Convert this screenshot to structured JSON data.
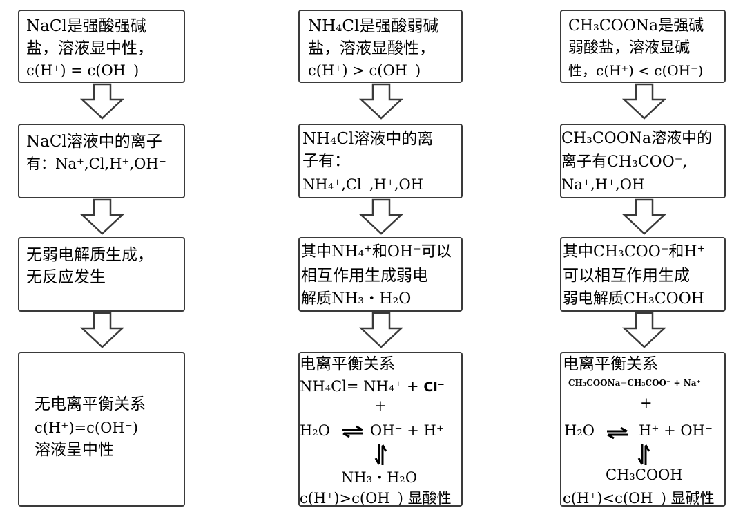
{
  "columns": [
    {
      "box1": {
        "line1": "NaCl是强酸强碱",
        "line2": "盐，溶液显中性，",
        "line3": "c(H⁺) = c(OH⁻)"
      },
      "box2": {
        "line1": "NaCl溶液中的离子",
        "line2": "有：Na⁺,Cl,H⁺,OH⁻"
      },
      "box3": {
        "line1": "无弱电解质生成，",
        "line2": "无反应发生"
      },
      "box4": {
        "line1": "无电离平衡关系",
        "line2": "c(H⁺)=c(OH⁻)",
        "line3": "溶液呈中性"
      }
    },
    {
      "box1": {
        "line1": "NH₄Cl是强酸弱碱",
        "line2": "盐，溶液显酸性，",
        "line3": "c(H⁺) > c(OH⁻)"
      },
      "box2": {
        "line1": "NH₄Cl溶液中的离",
        "line2": "子有：",
        "line3": "NH₄⁺,Cl⁻,H⁺,OH⁻"
      },
      "box3": {
        "line1": "其中NH₄⁺和OH⁻可以",
        "line2": "相互作用生成弱电",
        "line3": "解质NH₃・H₂O"
      },
      "box4": {
        "title": "电离平衡关系",
        "eq1_left": "NH₄Cl= NH₄⁺ + ",
        "eq1_right": "Cl⁻",
        "plus": "+",
        "eq2_left": "H₂O",
        "eq2_right": "OH⁻ +  H⁺",
        "product": "NH₃・H₂O",
        "conclusion": "c(H⁺)>c(OH⁻) 显酸性"
      }
    },
    {
      "box1": {
        "line1": "CH₃COONa是强碱",
        "line2": "弱酸盐，溶液显碱",
        "line3": "性，c(H⁺) < c(OH⁻)"
      },
      "box2": {
        "line1": "CH₃COONa溶液中的",
        "line2": "离子有CH₃COO⁻,",
        "line3": "Na⁺,H⁺,OH⁻"
      },
      "box3": {
        "line1": "其中CH₃COO⁻和H⁺",
        "line2": "可以相互作用生成",
        "line3": "弱电解质CH₃COOH"
      },
      "box4": {
        "title": "电离平衡关系",
        "eq1": "CH₃COONa=CH₃COO⁻ + Na⁺",
        "plus": "+",
        "eq2_left": "H₂O",
        "eq2_right": "H⁺ +  OH⁻",
        "product": "CH₃COOH",
        "conclusion": "c(H⁺)<c(OH⁻) 显碱性"
      }
    }
  ]
}
